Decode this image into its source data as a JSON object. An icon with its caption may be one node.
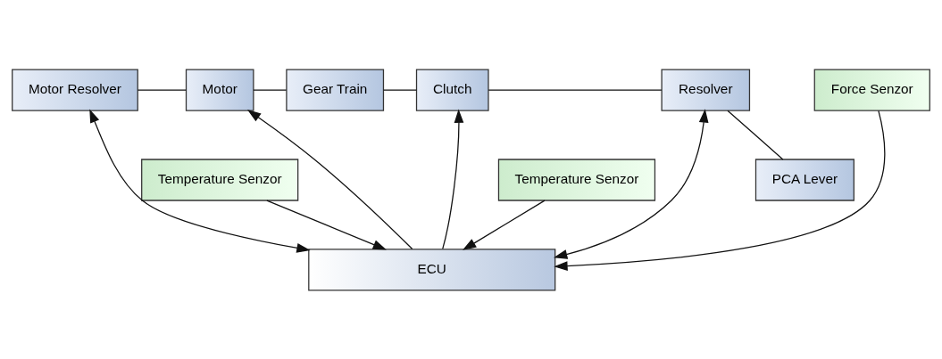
{
  "diagram": {
    "nodes": [
      {
        "text": [
          "Motor Resolver"
        ]
      },
      {
        "text": [
          "Motor"
        ]
      },
      {
        "text": [
          "Temperature Senzor"
        ]
      },
      {
        "text": [
          "Gear Train"
        ]
      },
      {
        "text": [
          "Clutch"
        ]
      },
      {
        "text": [
          "Temperature Senzor"
        ]
      },
      {
        "text": [
          "Resolver"
        ]
      },
      {
        "text": [
          "PCA Lever"
        ]
      },
      {
        "text": [
          "Force Senzor"
        ]
      },
      {
        "text": [
          "ECU"
        ]
      }
    ],
    "edges": [
      {
        "from": 0,
        "to": 1,
        "arrow": "none"
      },
      {
        "from": 1,
        "to": 3,
        "arrow": "none"
      },
      {
        "from": 3,
        "to": 4,
        "arrow": "none"
      },
      {
        "from": 4,
        "to": 6,
        "arrow": "none"
      },
      {
        "from": 6,
        "to": 7,
        "arrow": "none"
      },
      {
        "from": 9,
        "to": 0,
        "arrow": "both"
      },
      {
        "from": 9,
        "to": 1,
        "arrow": "to"
      },
      {
        "from": 2,
        "to": 9,
        "arrow": "to"
      },
      {
        "from": 5,
        "to": 9,
        "arrow": "to"
      },
      {
        "from": 9,
        "to": 4,
        "arrow": "to"
      },
      {
        "from": 9,
        "to": 6,
        "arrow": "both"
      },
      {
        "from": 8,
        "to": 9,
        "arrow": "to"
      }
    ]
  }
}
